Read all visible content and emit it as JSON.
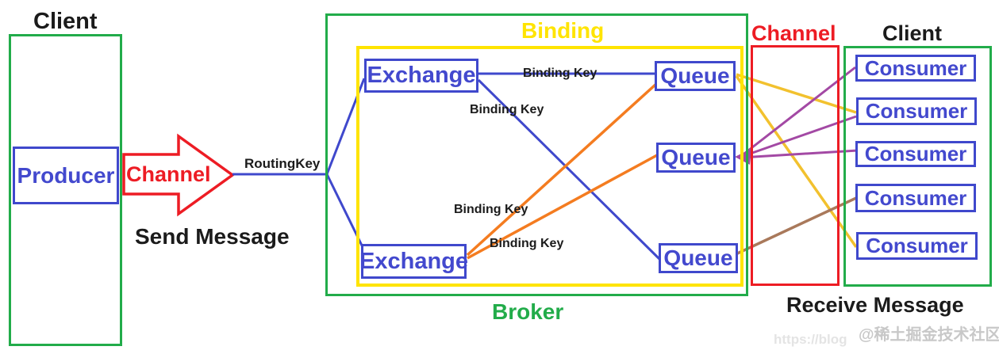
{
  "palette": {
    "green": "#22AC4A",
    "red": "#ED1C24",
    "blue_border": "#3F48CC",
    "blue_text": "#4349CE",
    "yellow_frame": "#FFE400",
    "yellow_line": "#F2C12E",
    "orange_line": "#F47C20",
    "purple_line": "#A349A4",
    "brown_line": "#A9795B",
    "black_text": "#1B1B1B",
    "watermark_gray": "#C8C8C8"
  },
  "left_client": {
    "title": "Client",
    "producer_label": "Producer"
  },
  "send_side": {
    "channel_label": "Channel",
    "routing_key_label": "RoutingKey",
    "message_label": "Send Message"
  },
  "broker": {
    "title": "Broker",
    "binding_title": "Binding",
    "exchanges": [
      {
        "label": "Exchange"
      },
      {
        "label": "Exchange"
      }
    ],
    "queues": [
      {
        "label": "Queue"
      },
      {
        "label": "Queue"
      },
      {
        "label": "Queue"
      }
    ],
    "binding_key_labels": [
      "Binding Key",
      "Binding Key",
      "Binding Key",
      "Binding Key"
    ]
  },
  "receive_side": {
    "channel_title": "Channel",
    "message_label": "Receive Message"
  },
  "right_client": {
    "title": "Client",
    "consumers": [
      {
        "label": "Consumer"
      },
      {
        "label": "Consumer"
      },
      {
        "label": "Consumer"
      },
      {
        "label": "Consumer"
      },
      {
        "label": "Consumer"
      }
    ]
  },
  "watermark": {
    "url_text": "https://blog",
    "community_text": "@稀土掘金技术社区"
  },
  "connections": [
    {
      "from": "Producer",
      "to": "Exchange-1",
      "label": "RoutingKey",
      "color": "blue"
    },
    {
      "from": "Producer",
      "to": "Exchange-2",
      "label": "RoutingKey",
      "color": "blue"
    },
    {
      "from": "Exchange-1",
      "to": "Queue-1",
      "label": "Binding Key",
      "color": "blue"
    },
    {
      "from": "Exchange-1",
      "to": "Queue-3",
      "label": "Binding Key",
      "color": "blue"
    },
    {
      "from": "Exchange-2",
      "to": "Queue-1",
      "label": "Binding Key",
      "color": "orange"
    },
    {
      "from": "Exchange-2",
      "to": "Queue-2",
      "label": "Binding Key",
      "color": "orange"
    },
    {
      "from": "Queue-1",
      "to": "Consumer-2",
      "color": "yellow"
    },
    {
      "from": "Queue-1",
      "to": "Consumer-5",
      "color": "yellow"
    },
    {
      "from": "Queue-2",
      "to": "Consumer-1",
      "color": "purple"
    },
    {
      "from": "Queue-2",
      "to": "Consumer-2",
      "color": "purple"
    },
    {
      "from": "Queue-2",
      "to": "Consumer-3",
      "color": "purple"
    },
    {
      "from": "Queue-3",
      "to": "Consumer-4",
      "color": "brown"
    }
  ]
}
